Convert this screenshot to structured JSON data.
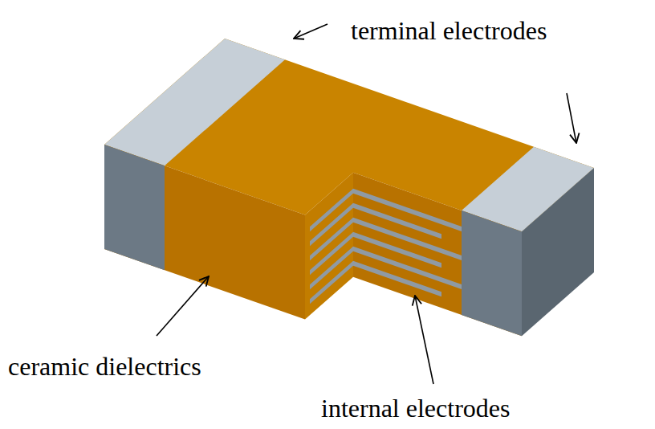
{
  "diagram": {
    "labels": [
      "terminal electrodes",
      "ceramic dielectrics",
      "internal electrodes"
    ]
  }
}
